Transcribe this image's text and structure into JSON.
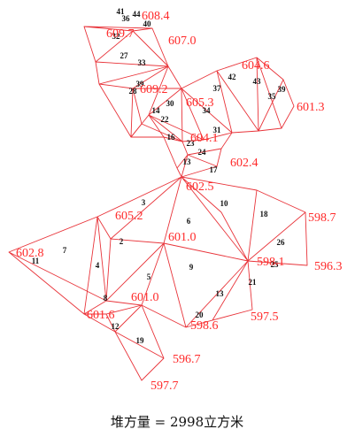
{
  "diagram": {
    "caption": "堆方量 = 2998立方米",
    "colors": {
      "edge": "#e8343a",
      "elevation_label": "#ff2a2a",
      "triangle_label": "#111111"
    },
    "elevations": [
      {
        "id": "e1",
        "value": "608.4"
      },
      {
        "id": "e2",
        "value": "609.7"
      },
      {
        "id": "e3",
        "value": "607.0"
      },
      {
        "id": "e4",
        "value": "604.6"
      },
      {
        "id": "e5",
        "value": "609.2"
      },
      {
        "id": "e6",
        "value": "605.3"
      },
      {
        "id": "e7",
        "value": "601.3"
      },
      {
        "id": "e8",
        "value": "604.1"
      },
      {
        "id": "e9",
        "value": "602.4"
      },
      {
        "id": "e10",
        "value": "602.5"
      },
      {
        "id": "e11",
        "value": "605.2"
      },
      {
        "id": "e12",
        "value": "598.7"
      },
      {
        "id": "e13",
        "value": "601.0"
      },
      {
        "id": "e14",
        "value": "602.8"
      },
      {
        "id": "e15",
        "value": "598.1"
      },
      {
        "id": "e16",
        "value": "596.3"
      },
      {
        "id": "e17",
        "value": "601.0"
      },
      {
        "id": "e18",
        "value": "601.6"
      },
      {
        "id": "e19",
        "value": "597.5"
      },
      {
        "id": "e20",
        "value": "598.6"
      },
      {
        "id": "e21",
        "value": "596.7"
      },
      {
        "id": "e22",
        "value": "597.7"
      }
    ],
    "triangles": [
      "41",
      "44",
      "36",
      "40",
      "32",
      "27",
      "33",
      "39",
      "28",
      "14",
      "30",
      "22",
      "34",
      "37",
      "42",
      "43",
      "35",
      "39",
      "31",
      "16",
      "23",
      "24",
      "13",
      "17",
      "3",
      "6",
      "10",
      "18",
      "2",
      "7",
      "11",
      "4",
      "26",
      "5",
      "9",
      "25",
      "21",
      "13",
      "8",
      "20",
      "12",
      "19"
    ]
  }
}
